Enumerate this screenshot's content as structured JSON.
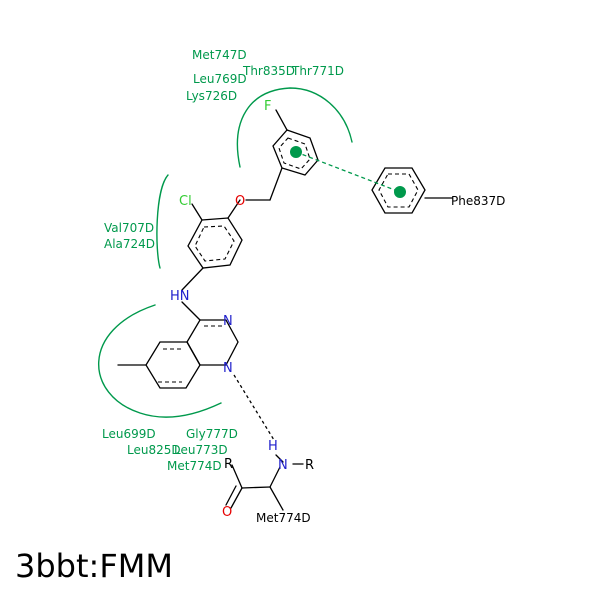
{
  "title": "3bbt:FMM",
  "colors": {
    "residue": "#00994c",
    "nitrogen": "#1f1fcc",
    "oxygen": "#e60000",
    "fluorine": "#33cc33",
    "chlorine": "#33cc33",
    "bond": "#000000"
  },
  "atoms": {
    "fluorine": "F",
    "chlorine": "Cl",
    "ether_oxygen": "O",
    "amine": "HN",
    "quinazoline_n3": "N",
    "quinazoline_n1": "N",
    "backbone_h": "H",
    "backbone_n": "N",
    "carbonyl_o": "O",
    "r_left": "R",
    "r_right": "R"
  },
  "residues": {
    "met747": "Met747D",
    "thr835": "Thr835D",
    "thr771": "Thr771D",
    "leu769": "Leu769D",
    "lys726": "Lys726D",
    "val707": "Val707D",
    "ala724": "Ala724D",
    "phe837": "Phe837D",
    "leu699": "Leu699D",
    "gly777": "Gly777D",
    "leu825": "Leu825D",
    "leu773": "Leu773D",
    "met774_contact": "Met774D",
    "met774_backbone": "Met774D"
  }
}
